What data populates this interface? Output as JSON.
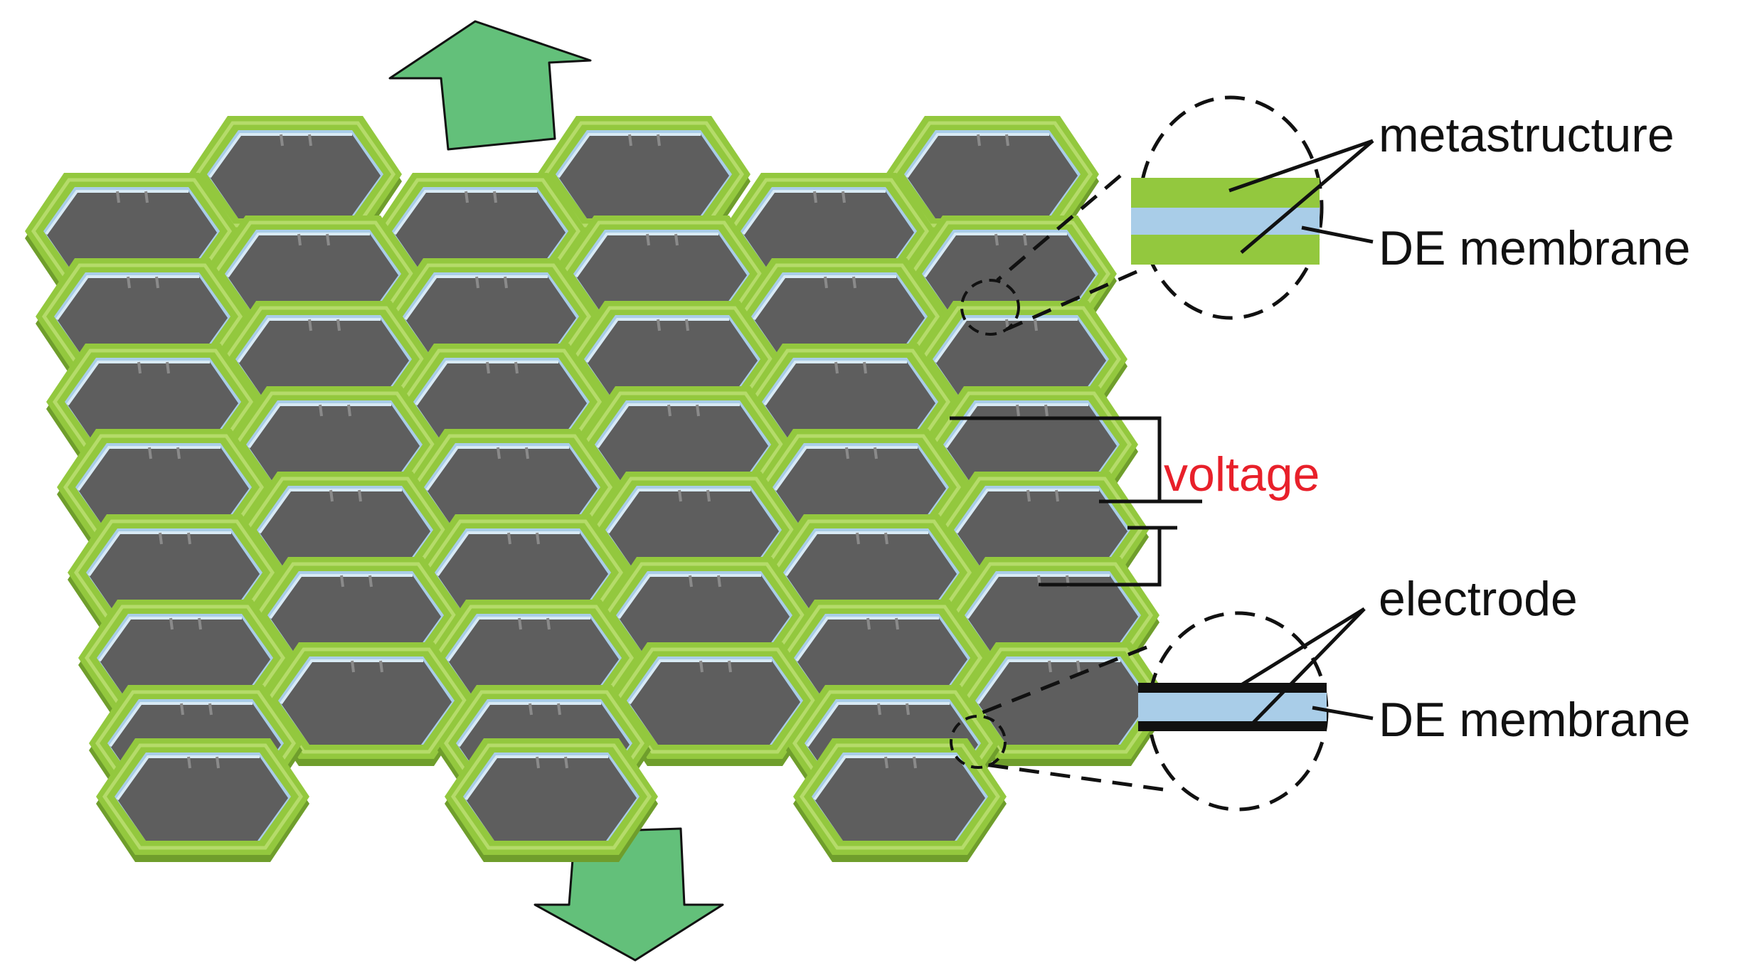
{
  "labels": {
    "metastructure": "metastructure",
    "de_membrane_top": "DE membrane",
    "voltage": "voltage",
    "electrode": "electrode",
    "de_membrane_bottom": "DE membrane"
  },
  "colors": {
    "frame_green": "#93c83e",
    "frame_dark_green": "#6f9e2c",
    "frame_light_green": "#b5db6a",
    "membrane_gray": "#5e5e5e",
    "membrane_blue": "#a9cde8",
    "arrow_green": "#63c07a",
    "voltage_red": "#e8202a",
    "line_black": "#111111",
    "background": "#ffffff"
  },
  "lattice": {
    "rows": 7,
    "row_offset_cells": "3 cells in even rows, 3 cells in odd rows, staggered"
  },
  "icons": {
    "top_arrow": "arrow-up-icon",
    "bottom_arrow": "arrow-down-icon",
    "battery": "battery-icon"
  }
}
